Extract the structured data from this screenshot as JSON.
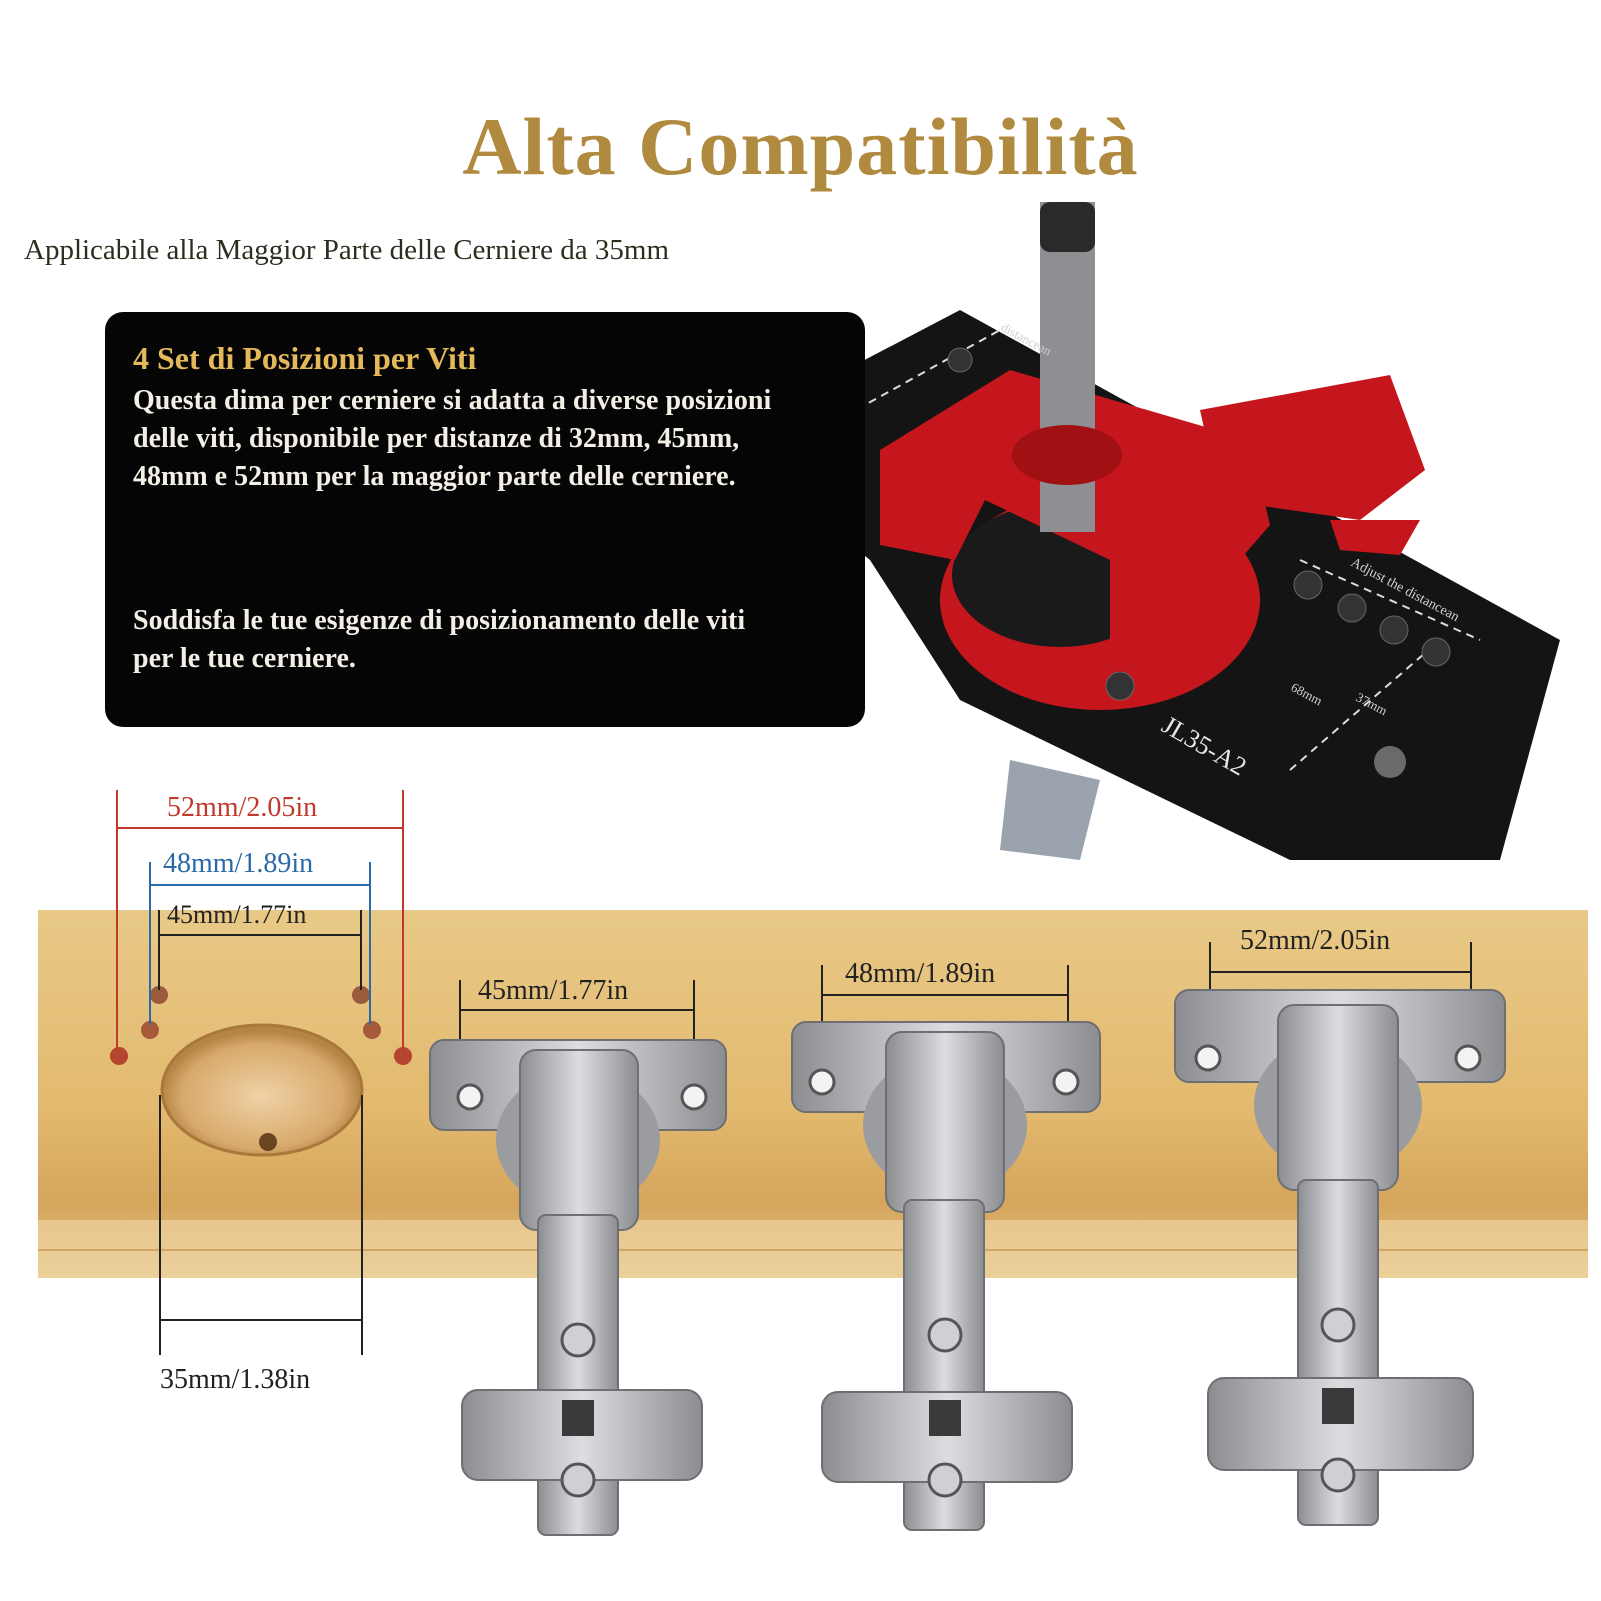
{
  "title": "Alta Compatibilità",
  "subtitle": "Applicabile alla Maggior Parte delle Cerniere da 35mm",
  "panel": {
    "heading": "4 Set di Posizioni per Viti",
    "body1": "Questa dima per cerniere si adatta a diverse posizioni delle viti, disponibile per distanze di 32mm, 45mm, 48mm e 52mm per la maggior parte delle cerniere.",
    "body2": "Soddisfa le tue esigenze di posizionamento delle viti per le tue cerniere."
  },
  "jig": {
    "model": "JL35-A2",
    "scale_text_1": "Adjust the distancean",
    "scale_text_2": "distancean",
    "mark_68": "68mm",
    "mark_37": "37mm"
  },
  "dimensions": {
    "d52_left": "52mm/2.05in",
    "d48_left": "48mm/1.89in",
    "d45_left": "45mm/1.77in",
    "d35": "35mm/1.38in",
    "hinge1": "45mm/1.77in",
    "hinge2": "48mm/1.89in",
    "hinge3": "52mm/2.05in"
  },
  "colors": {
    "title": "#b08a3e",
    "panel_heading": "#e4b95c",
    "dim_red": "#c0392b",
    "dim_blue": "#2b6aa8",
    "dim_black": "#222222",
    "wood": "#e6c27e",
    "jig_red": "#c4161c",
    "jig_black": "#141414"
  }
}
